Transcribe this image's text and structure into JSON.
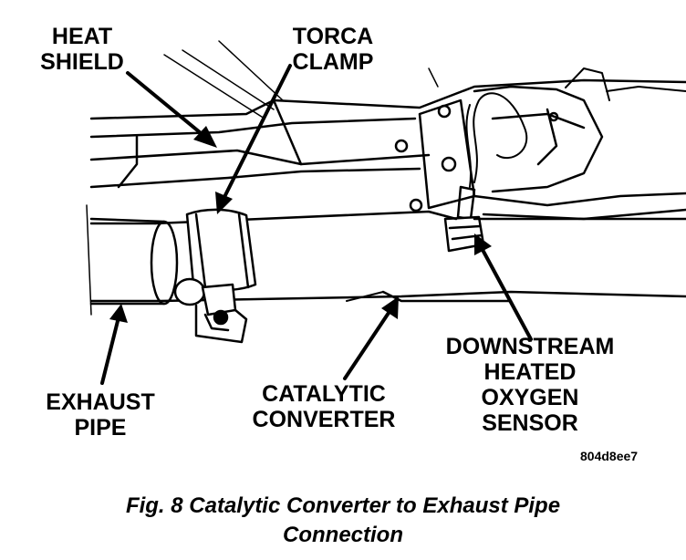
{
  "labels": {
    "heat_shield": [
      "HEAT",
      "SHIELD"
    ],
    "torca_clamp": [
      "TORCA",
      "CLAMP"
    ],
    "downstream_sensor": [
      "DOWNSTREAM",
      "HEATED",
      "OXYGEN",
      "SENSOR"
    ],
    "exhaust_pipe": [
      "EXHAUST",
      "PIPE"
    ],
    "catalytic_converter": [
      "CATALYTIC",
      "CONVERTER"
    ]
  },
  "figure_code": "804d8ee7",
  "caption": {
    "line1": "Fig. 8 Catalytic Converter to Exhaust Pipe",
    "line2": "Connection"
  }
}
